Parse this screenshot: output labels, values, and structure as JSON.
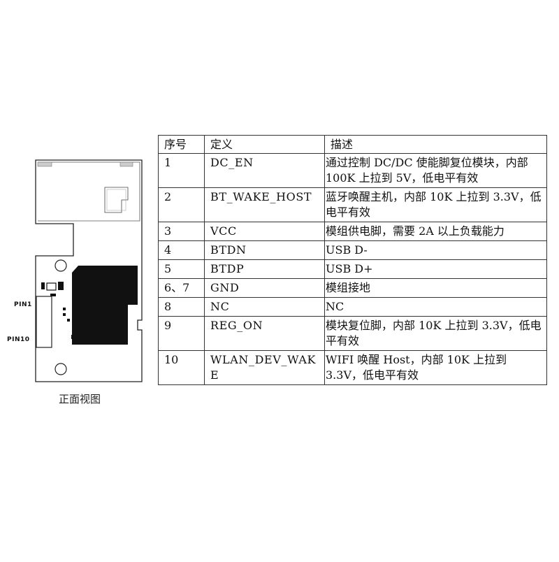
{
  "figure": {
    "pin1_label": "PIN1",
    "pin10_label": "PIN10",
    "caption": "正面视图"
  },
  "table": {
    "headers": [
      "序号",
      "定义",
      "描述"
    ],
    "rows": [
      {
        "no": "1",
        "def": "DC_EN",
        "desc": "通过控制 DC/DC 使能脚复位模块，内部 100K 上拉到 5V，低电平有效"
      },
      {
        "no": "2",
        "def": "BT_WAKE_HOST",
        "desc": "蓝牙唤醒主机，内部 10K 上拉到 3.3V，低电平有效"
      },
      {
        "no": "3",
        "def": "VCC",
        "desc": "模组供电脚，需要 2A 以上负载能力"
      },
      {
        "no": "4",
        "def": "BTDN",
        "desc": "USB D-"
      },
      {
        "no": "5",
        "def": "BTDP",
        "desc": "USB D+"
      },
      {
        "no": "6、7",
        "def": "GND",
        "desc": "模组接地"
      },
      {
        "no": "8",
        "def": "NC",
        "desc": "NC"
      },
      {
        "no": "9",
        "def": "REG_ON",
        "desc": "模块复位脚，内部 10K 上拉到 3.3V，低电平有效"
      },
      {
        "no": "10",
        "def": "WLAN_DEV_WAKE",
        "desc": "WIFI 唤醒 Host，内部 10K 上拉到 3.3V，低电平有效"
      }
    ]
  }
}
